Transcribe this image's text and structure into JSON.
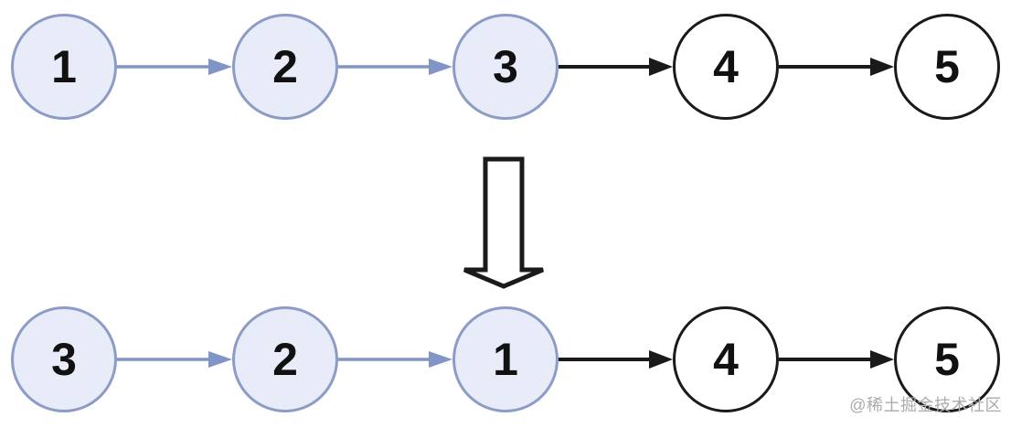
{
  "diagram": {
    "rows": [
      {
        "name": "original-list",
        "nodes": [
          {
            "value": "1",
            "variant": "highlighted"
          },
          {
            "value": "2",
            "variant": "highlighted"
          },
          {
            "value": "3",
            "variant": "highlighted"
          },
          {
            "value": "4",
            "variant": "plain"
          },
          {
            "value": "5",
            "variant": "plain"
          }
        ],
        "edges": [
          {
            "from": "1",
            "to": "2",
            "color": "blue"
          },
          {
            "from": "2",
            "to": "3",
            "color": "blue"
          },
          {
            "from": "3",
            "to": "4",
            "color": "black"
          },
          {
            "from": "4",
            "to": "5",
            "color": "black"
          }
        ]
      },
      {
        "name": "reversed-list",
        "nodes": [
          {
            "value": "3",
            "variant": "highlighted"
          },
          {
            "value": "2",
            "variant": "highlighted"
          },
          {
            "value": "1",
            "variant": "highlighted"
          },
          {
            "value": "4",
            "variant": "plain"
          },
          {
            "value": "5",
            "variant": "plain"
          }
        ],
        "edges": [
          {
            "from": "3",
            "to": "2",
            "color": "blue"
          },
          {
            "from": "2",
            "to": "1",
            "color": "blue"
          },
          {
            "from": "1",
            "to": "4",
            "color": "black"
          },
          {
            "from": "4",
            "to": "5",
            "color": "black"
          }
        ]
      }
    ],
    "transform_arrow": {
      "shape": "hollow-down-arrow"
    },
    "watermark": {
      "text": "@稀土掘金技术社区"
    },
    "colors": {
      "background": "#ffffff",
      "node_fill": "#e7ecf8",
      "node_border": "#8d9cc6",
      "plain_node_border": "#1a1a1a",
      "node_text": "#111111",
      "blue_arrow": "#8094c6",
      "black_arrow": "#1a1a1a",
      "watermark_text": "#ababab"
    }
  }
}
